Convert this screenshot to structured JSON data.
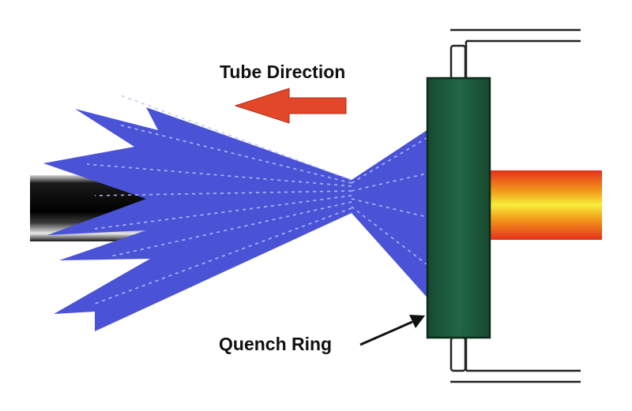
{
  "labels": {
    "tube_direction": "Tube Direction",
    "quench_ring": "Quench Ring"
  },
  "colors": {
    "background": "#ffffff",
    "spray": "#4a53d6",
    "spray_dash": "#b9c4ff",
    "arrow": "#e2472a",
    "quench_ring": "#1d5a3f",
    "tube_dark": "#0b0b0b",
    "hot_tube_outer": "#e4311b",
    "hot_tube_mid": "#f39a1b",
    "hot_tube_core": "#f7ee3a"
  },
  "icons": {
    "direction_arrow": "arrow-left",
    "pointer_arrow": "arrow-up-right"
  }
}
